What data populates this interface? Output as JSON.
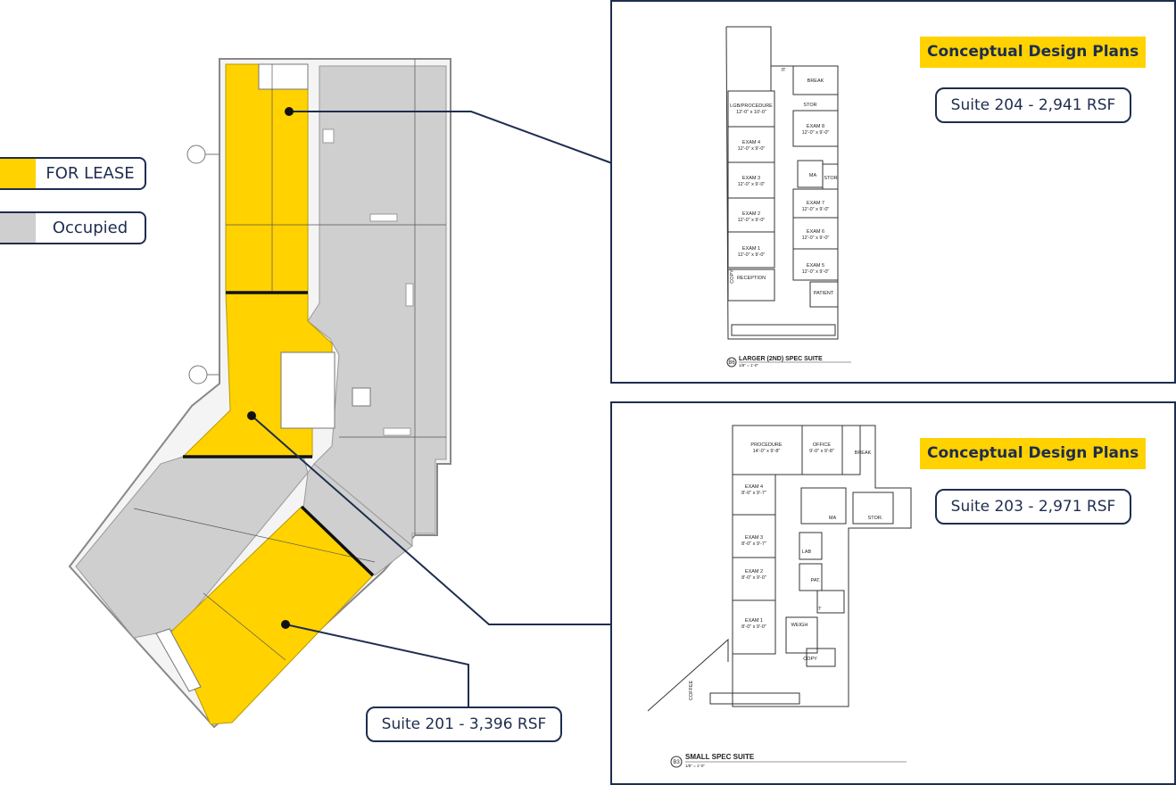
{
  "legend": {
    "for_lease": {
      "label": "FOR LEASE",
      "color": "#ffd200"
    },
    "occupied": {
      "label": "Occupied",
      "color": "#cfcfcf"
    }
  },
  "panel_top": {
    "badge": "Conceptual Design Plans",
    "suite": "Suite 204 - 2,941 RSF",
    "plan_title": "LARGER (2ND) SPEC SUITE",
    "plan_scale": "1/8\" = 1'-0\"",
    "plan_id": "B6",
    "rooms": {
      "break": "BREAK",
      "it": "IT",
      "storage": "STOR",
      "lab_proc": "LGB/PROCEDURE",
      "lab_proc_dim": "12'-0\" x 10'-0\"",
      "exam4": "EXAM 4",
      "exam4_dim": "12'-0\" x 9'-0\"",
      "exam3": "EXAM 3",
      "exam3_dim": "12'-0\" x 9'-0\"",
      "exam2": "EXAM 2",
      "exam2_dim": "12'-0\" x 9'-0\"",
      "exam1": "EXAM 1",
      "exam1_dim": "12'-0\" x 9'-0\"",
      "exam8": "EXAM 8",
      "exam8_dim": "12'-0\" x 9'-0\"",
      "ma": "MA",
      "stor2": "STOR",
      "exam7": "EXAM 7",
      "exam7_dim": "12'-0\" x 9'-0\"",
      "exam6": "EXAM 6",
      "exam6_dim": "12'-0\" x 9'-0\"",
      "exam5": "EXAM 5",
      "exam5_dim": "12'-0\" x 9'-0\"",
      "reception": "RECEPTION",
      "copy": "COPY",
      "patient": "PATIENT"
    }
  },
  "panel_bottom": {
    "badge": "Conceptual Design Plans",
    "suite": "Suite 203 - 2,971 RSF",
    "plan_title": "SMALL SPEC SUITE",
    "plan_scale": "1/8\" = 1'-0\"",
    "plan_id": "B3",
    "rooms": {
      "procedure": "PROCEDURE",
      "procedure_dim": "14'-0\" x 9'-8\"",
      "office": "OFFICE",
      "office_dim": "9'-0\" x 9'-8\"",
      "break": "BREAK",
      "exam4": "EXAM 4",
      "exam4_dim": "8'-0\" x 9'-7\"",
      "ma": "MA",
      "stor": "STOR.",
      "exam3": "EXAM 3",
      "exam3_dim": "8'-0\" x 9'-7\"",
      "lab": "LAB",
      "exam2": "EXAM 2",
      "exam2_dim": "8'-0\" x 9'-0\"",
      "pat": "PAT.",
      "it": "IT",
      "exam1": "EXAM 1",
      "exam1_dim": "8'-0\" x 9'-0\"",
      "weigh": "WEIGH",
      "copy": "COPY",
      "coffee": "COFFEE"
    }
  },
  "suite_201": "Suite 201 - 3,396 RSF",
  "colors": {
    "navy": "#1e2d4f",
    "yellow": "#ffd200",
    "gray": "#cfcfcf"
  }
}
